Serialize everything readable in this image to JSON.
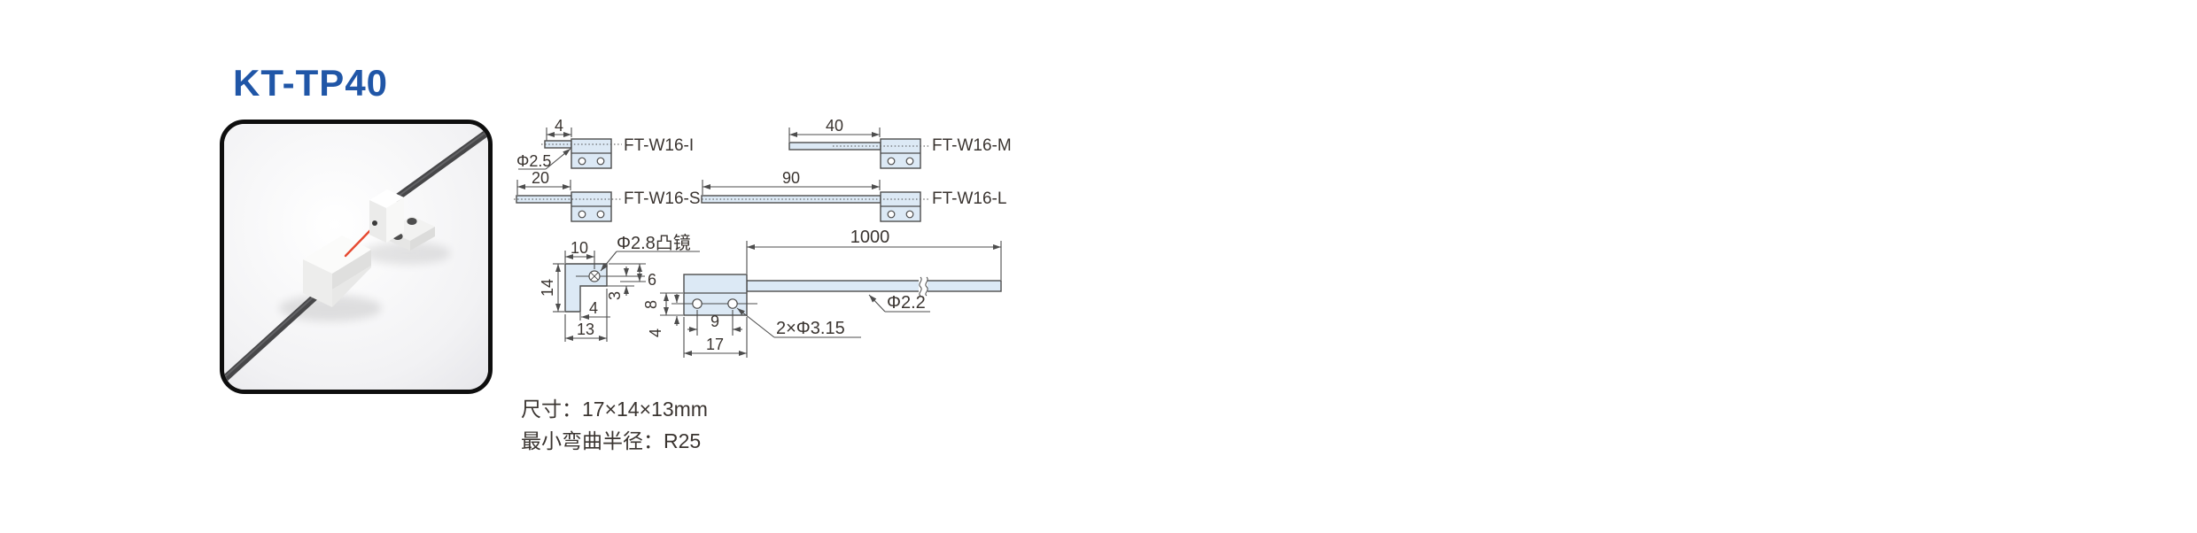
{
  "page": {
    "title": "KT-TP40"
  },
  "colors": {
    "title_blue": "#2056a7",
    "line_gray": "#4d4d4d",
    "fill_blue": "#dce9f5",
    "text_dark": "#3a3430",
    "laser_red": "#e64a31"
  },
  "variants": [
    {
      "label": "FT-W16-I",
      "length_dim": "4",
      "note": "Φ2.5"
    },
    {
      "label": "FT-W16-M",
      "length_dim": "40"
    },
    {
      "label": "FT-W16-S",
      "length_dim": "20"
    },
    {
      "label": "FT-W16-L",
      "length_dim": "90"
    }
  ],
  "front_view": {
    "top_width": "10",
    "height": "14",
    "lens_label": "Φ2.8凸镜",
    "lens_depth": "6",
    "step_height": "3",
    "leg_width": "4",
    "base_width": "13"
  },
  "side_view": {
    "cable_length": "1000",
    "upper_height": "8",
    "hole_edge_offset": "4",
    "hole_spacing": "9",
    "body_length": "17",
    "hole_note": "2×Φ3.15",
    "cable_diameter": "Φ2.2"
  },
  "specs": {
    "size": "尺寸：17×14×13mm",
    "min_bend_radius": "最小弯曲半径：R25"
  }
}
